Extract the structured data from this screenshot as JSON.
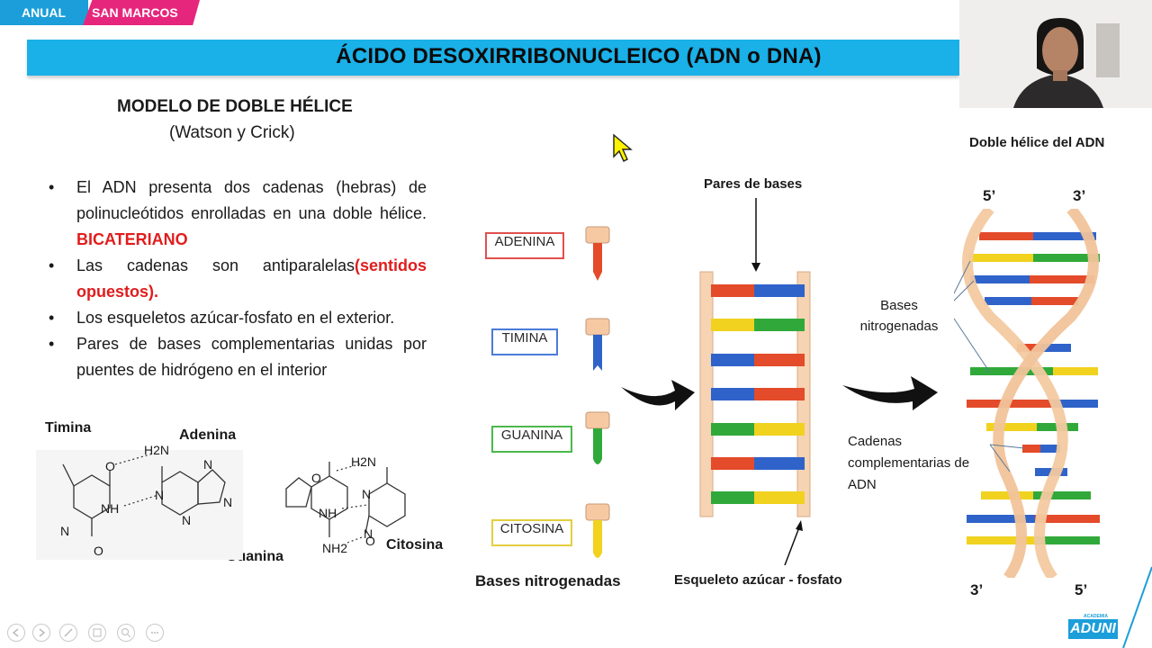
{
  "header": {
    "badge_left": "ANUAL",
    "badge_right": "SAN MARCOS",
    "title": "ÁCIDO DESOXIRRIBONUCLEICO (ADN o DNA)"
  },
  "model": {
    "title": "MODELO DE DOBLE HÉLICE",
    "subtitle": "(Watson y Crick)"
  },
  "bullets": [
    {
      "text": "El ADN presenta dos cadenas (hebras) de polinucleótidos enrolladas en una doble hélice. ",
      "highlight": "BICATERIANO"
    },
    {
      "text": "Las cadenas son antiparalelas",
      "highlight": "(sentidos opuestos)."
    },
    {
      "text": "Los esqueletos azúcar-fosfato en el exterior.",
      "highlight": ""
    },
    {
      "text": "Pares de bases complementarias unidas por puentes de hidrógeno en el interior",
      "highlight": ""
    }
  ],
  "molecules": {
    "timina": "Timina",
    "adenina": "Adenina",
    "guanina": "Guanina",
    "citosina": "Citosina",
    "atoms": {
      "O": "O",
      "N": "N",
      "NH": "NH",
      "H2N": "H2N",
      "NH2": "NH2"
    }
  },
  "bases": [
    {
      "label": "ADENINA",
      "border": "#e0504e",
      "color": "#e34b2a"
    },
    {
      "label": "TIMINA",
      "border": "#4b7bd8",
      "color": "#2f63c9"
    },
    {
      "label": "GUANINA",
      "border": "#4cb84c",
      "color": "#31a93a"
    },
    {
      "label": "CITOSINA",
      "border": "#e3cf3e",
      "color": "#f0d21f"
    }
  ],
  "bases_caption": "Bases nitrogenadas",
  "ladder": {
    "top_label": "Pares de bases",
    "bottom_label": "Esqueleto azúcar - fosfato"
  },
  "helix": {
    "title": "Doble hélice del ADN",
    "top_left": "5’",
    "top_right": "3’",
    "bottom_left": "3’",
    "bottom_right": "5’",
    "label_bases": "Bases nitrogenadas",
    "label_chains": "Cadenas complementarias de ADN"
  },
  "colors": {
    "accent": "#1ab0e8",
    "brand_pink": "#e6267c",
    "red": "#e01d1d",
    "adenine": "#e34b2a",
    "thymine": "#2f63c9",
    "guanine": "#31a93a",
    "cytosine": "#f0d21f",
    "backbone": "#f3c9a0"
  },
  "toolbar": {
    "icons": [
      "prev-icon",
      "next-icon",
      "pen-icon",
      "pages-icon",
      "zoom-icon",
      "more-icon"
    ]
  },
  "logo": {
    "text": "ADUNI",
    "small": "ACADEMIA"
  }
}
